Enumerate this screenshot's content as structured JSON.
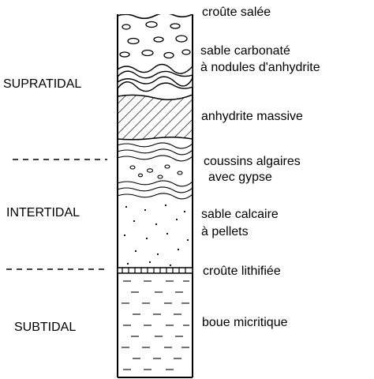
{
  "zones": [
    {
      "id": "supratidal",
      "label": "SUPRATIDAL"
    },
    {
      "id": "intertidal",
      "label": "INTERTIDAL"
    },
    {
      "id": "subtidal",
      "label": "SUBTIDAL"
    }
  ],
  "layers": [
    {
      "id": "salt-crust",
      "lines": [
        "croûte salée"
      ]
    },
    {
      "id": "carbonate-sand",
      "lines": [
        "sable carbonaté",
        "à nodules d'anhydrite"
      ]
    },
    {
      "id": "massive-anhydrite",
      "lines": [
        "anhydrite massive"
      ]
    },
    {
      "id": "algal-mats",
      "lines": [
        "coussins algaires",
        "avec gypse"
      ]
    },
    {
      "id": "pellet-sand",
      "lines": [
        "sable calcaire",
        "à pellets"
      ]
    },
    {
      "id": "lithified-crust",
      "lines": [
        "croûte lithifiée"
      ]
    },
    {
      "id": "micritic-mud",
      "lines": [
        "boue micritique"
      ]
    }
  ]
}
